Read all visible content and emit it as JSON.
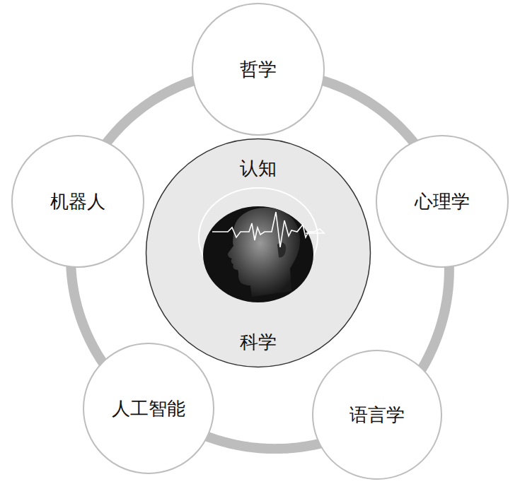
{
  "diagram": {
    "nodes": [
      {
        "text": [
          "认知",
          "科学"
        ]
      },
      {
        "text": [
          "哲学"
        ]
      },
      {
        "text": [
          "心理学"
        ]
      },
      {
        "text": [
          "语言学"
        ]
      },
      {
        "text": [
          "人工智能"
        ]
      },
      {
        "text": [
          "机器人"
        ]
      }
    ],
    "edges": [
      {
        "from": 1,
        "to": 2,
        "arrow": "none"
      },
      {
        "from": 2,
        "to": 3,
        "arrow": "none"
      },
      {
        "from": 3,
        "to": 4,
        "arrow": "none"
      },
      {
        "from": 4,
        "to": 5,
        "arrow": "none"
      },
      {
        "from": 5,
        "to": 1,
        "arrow": "none"
      }
    ]
  }
}
